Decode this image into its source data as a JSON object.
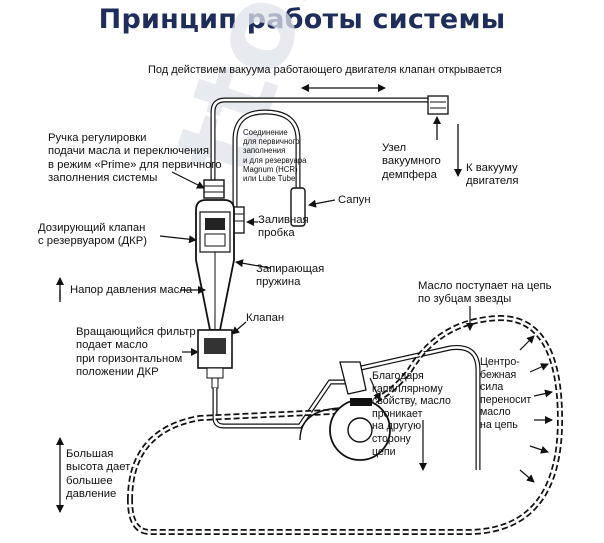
{
  "title": "Принцип работы системы",
  "labels": {
    "vacuum_top": "Под действием вакуума работающего двигателя клапан открывается",
    "adjust_knob": [
      "Ручка регулировки",
      "подачи масла и переключения",
      "в режим «Prime» для первичного",
      "заполнения системы"
    ],
    "connection_note": [
      "Соединение",
      "для первичного",
      "заполнения",
      "и для резервуара",
      "Magnum (HCR)",
      "или Lube Tube"
    ],
    "vacuum_damper": [
      "Узел",
      "вакуумного",
      "демпфера"
    ],
    "to_vacuum": [
      "К вакууму",
      "двигателя"
    ],
    "breather": "Сапун",
    "filler_cap": [
      "Заливная",
      "пробка"
    ],
    "metering_valve": [
      "Дозирующий клапан",
      "с резервуаром (ДКР)"
    ],
    "locking_spring": [
      "Запирающая",
      "пружина"
    ],
    "oil_pressure": "Напор давления масла",
    "oil_to_chain": [
      "Масло поступает на цепь",
      "по зубцам звезды"
    ],
    "valve": "Клапан",
    "rotating_filter": [
      "Вращающийся фильтр",
      "подает масло",
      "при горизонтальном",
      "положении ДКР"
    ],
    "capillary": [
      "Благодаря",
      "капиллярному",
      "свойству, масло",
      "проникает",
      "на другую",
      "сторону",
      "цепи"
    ],
    "centrifugal": [
      "Центро-",
      "бежная",
      "сила",
      "переносит",
      "масло",
      "на цепь"
    ],
    "height": [
      "Большая",
      "высота дает",
      "большее",
      "давление"
    ]
  },
  "watermark": "ttoiler.ru"
}
